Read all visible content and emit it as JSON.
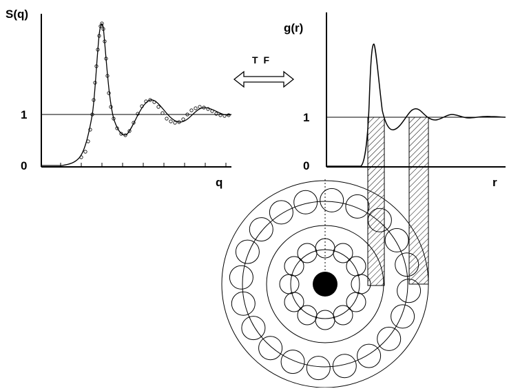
{
  "left_panel": {
    "y_axis_label": "S(q)",
    "x_axis_label": "q",
    "tick_one": "1",
    "tick_zero": "0"
  },
  "transform": {
    "label": "T F"
  },
  "right_panel": {
    "y_axis_label": "g(r)",
    "x_axis_label": "r",
    "tick_one": "1",
    "tick_zero": "0"
  },
  "colors": {
    "ink": "#000000",
    "background": "#ffffff"
  }
}
